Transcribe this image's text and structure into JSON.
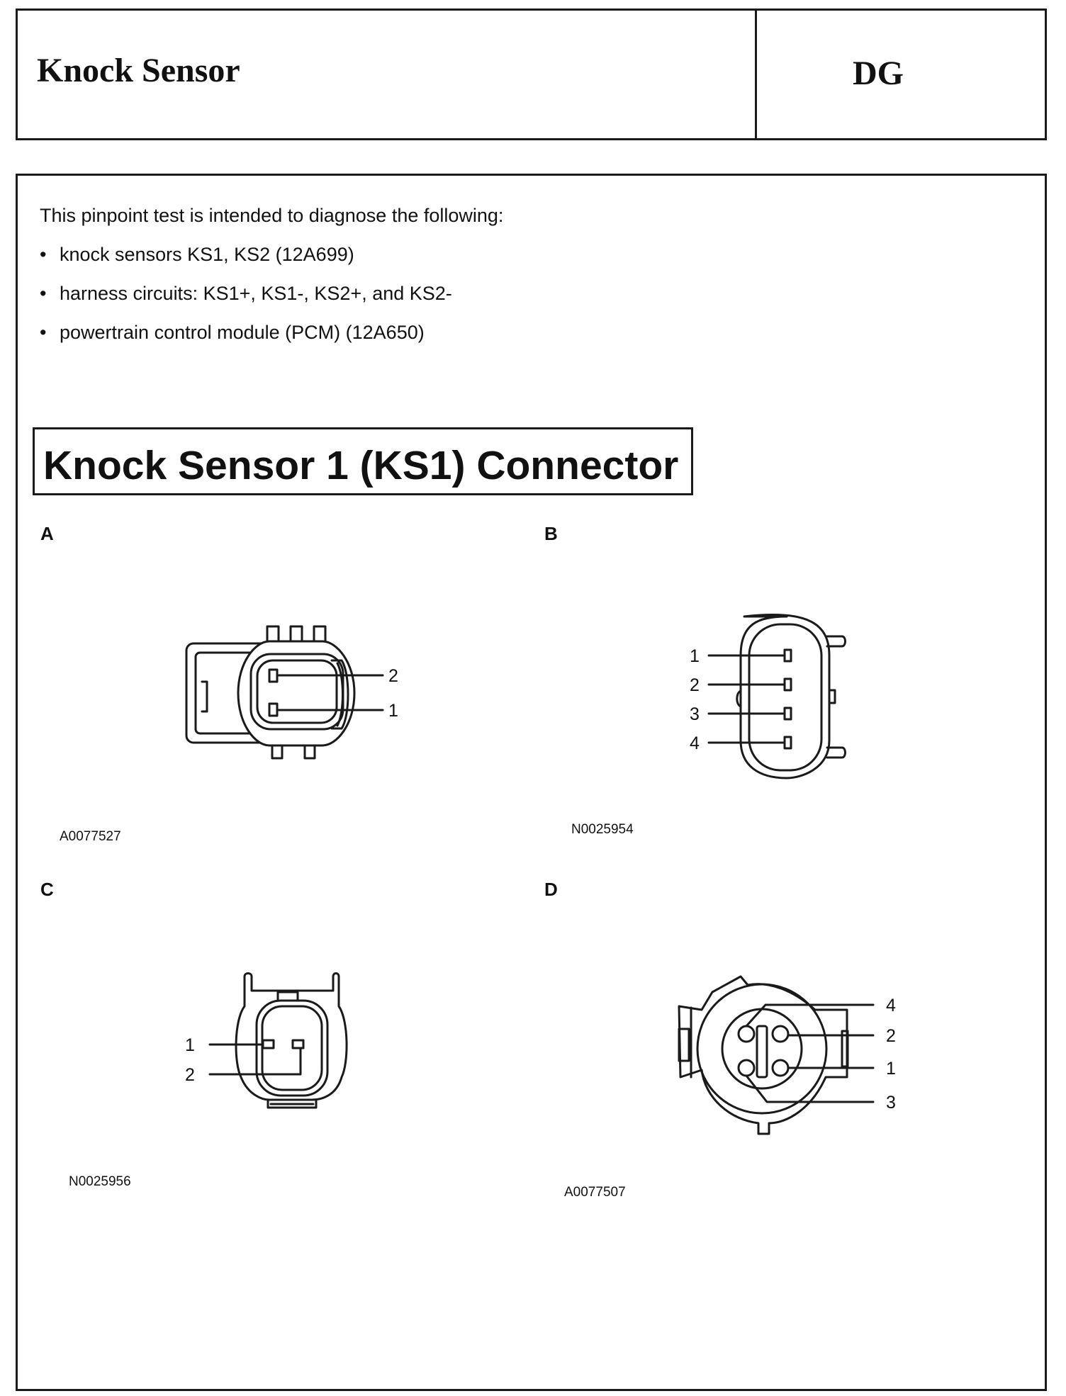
{
  "header": {
    "title": "Knock Sensor",
    "code": "DG"
  },
  "intro": {
    "lead": "This pinpoint test is intended to diagnose the following:",
    "bullets": [
      "knock sensors KS1, KS2 (12A699)",
      "harness circuits: KS1+, KS1-, KS2+, and KS2-",
      "powertrain control module (PCM) (12A650)"
    ],
    "bullet_glyph": "•"
  },
  "section": {
    "title": "Knock Sensor 1 (KS1) Connector"
  },
  "panels": {
    "a": {
      "letter": "A",
      "figure_id": "A0077527",
      "pins": [
        "2",
        "1"
      ]
    },
    "b": {
      "letter": "B",
      "figure_id": "N0025954",
      "pins": [
        "1",
        "2",
        "3",
        "4"
      ]
    },
    "c": {
      "letter": "C",
      "figure_id": "N0025956",
      "pins": [
        "1",
        "2"
      ]
    },
    "d": {
      "letter": "D",
      "figure_id": "A0077507",
      "pins": [
        "4",
        "2",
        "1",
        "3"
      ]
    }
  }
}
